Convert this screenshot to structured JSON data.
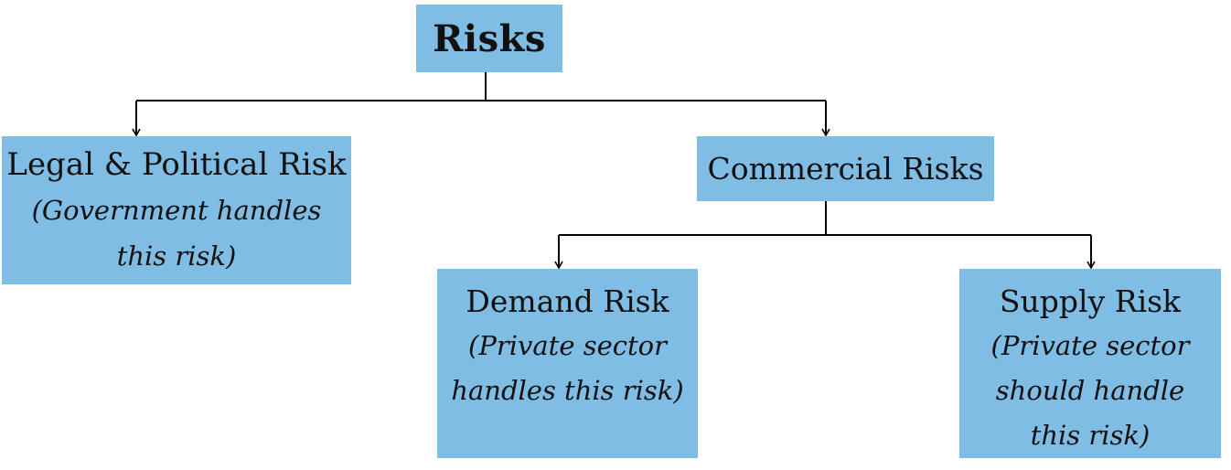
{
  "diagram": {
    "root": {
      "label": "Risks"
    },
    "legal": {
      "title": "Legal & Political Risk",
      "note": "(Government handles this risk)"
    },
    "commercial": {
      "title": "Commercial Risks"
    },
    "demand": {
      "title": "Demand Risk",
      "note": "(Private sector handles this risk)"
    },
    "supply": {
      "title": "Supply Risk",
      "note": "(Private sector should handle this risk)"
    }
  },
  "colors": {
    "box_fill": "#7fbde4",
    "line": "#000000",
    "text": "#111111",
    "background": "#ffffff"
  }
}
